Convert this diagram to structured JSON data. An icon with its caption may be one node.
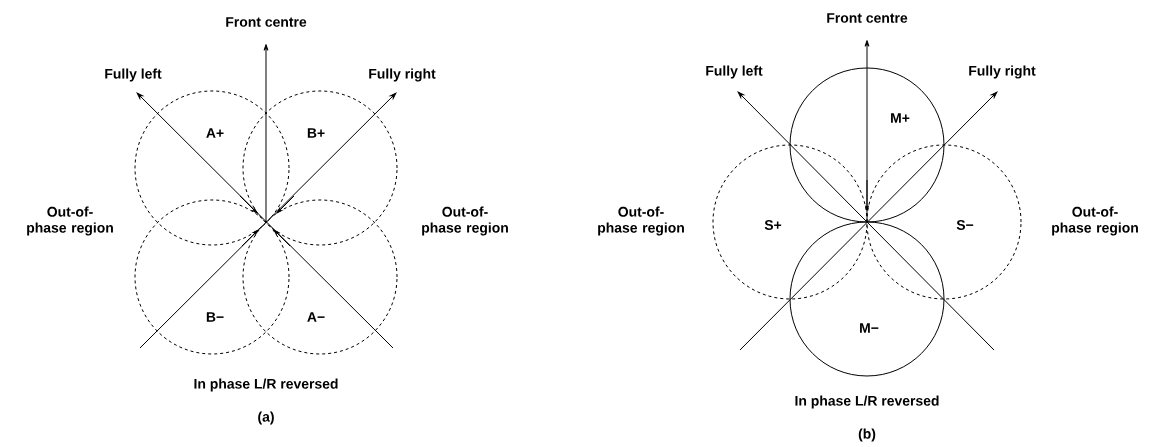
{
  "diagram": {
    "nodes": [
      {
        "text": [
          "A+"
        ]
      },
      {
        "text": [
          "B+"
        ]
      },
      {
        "text": [
          "B−"
        ]
      },
      {
        "text": [
          "A−"
        ]
      },
      {
        "text": [
          "M+"
        ]
      },
      {
        "text": [
          "S+"
        ]
      },
      {
        "text": [
          "S−"
        ]
      },
      {
        "text": [
          "M−"
        ]
      }
    ],
    "labels": [
      "Front centre",
      "Fully left",
      "Fully right",
      "Out-of-phase region",
      "Out-of-phase region",
      "In phase L/R reversed",
      "(a)",
      "Front centre",
      "Fully left",
      "Fully right",
      "Out-of-phase region",
      "Out-of-phase region",
      "In phase L/R reversed",
      "(b)"
    ]
  }
}
